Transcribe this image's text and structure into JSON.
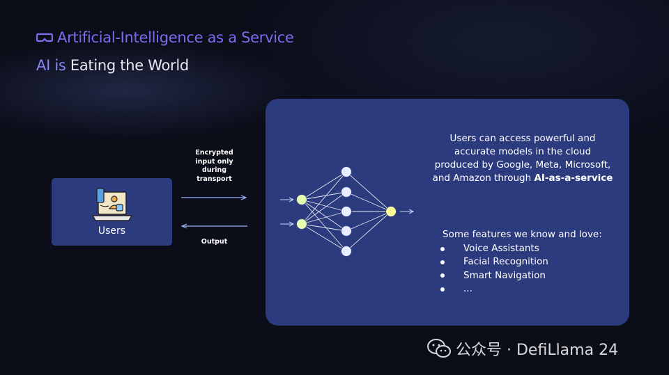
{
  "header": {
    "title": "Artificial-Intelligence as a Service",
    "logo_icon": "vr-goggles-icon",
    "accent_color": "#7b6cf0"
  },
  "subtitle": {
    "accent": "AI is",
    "rest": " Eating the World"
  },
  "users": {
    "label": "Users",
    "icon": "laptop-user-icon"
  },
  "arrows": {
    "request_label": "Encrypted input only during transport",
    "request_lines": [
      "Encrypted",
      "input only",
      "during",
      "transport"
    ],
    "response_label": "Output"
  },
  "ai_panel": {
    "description_lines": [
      "Users can access powerful and",
      "accurate models in the cloud",
      "produced by Google, Meta, Microsoft,",
      "and Amazon through "
    ],
    "description_bold": "AI-as-a-service",
    "features_title": "Some features we know and love:",
    "features": [
      "Voice Assistants",
      "Facial Recognition",
      "Smart Navigation",
      "..."
    ],
    "network": {
      "inputs": 2,
      "hidden": 5,
      "outputs": 1,
      "icon": "neural-network-icon"
    },
    "panel_color": "#2c3a7e"
  },
  "watermark": {
    "text": "公众号 · DefiLlama 24",
    "icon": "wechat-icon"
  }
}
